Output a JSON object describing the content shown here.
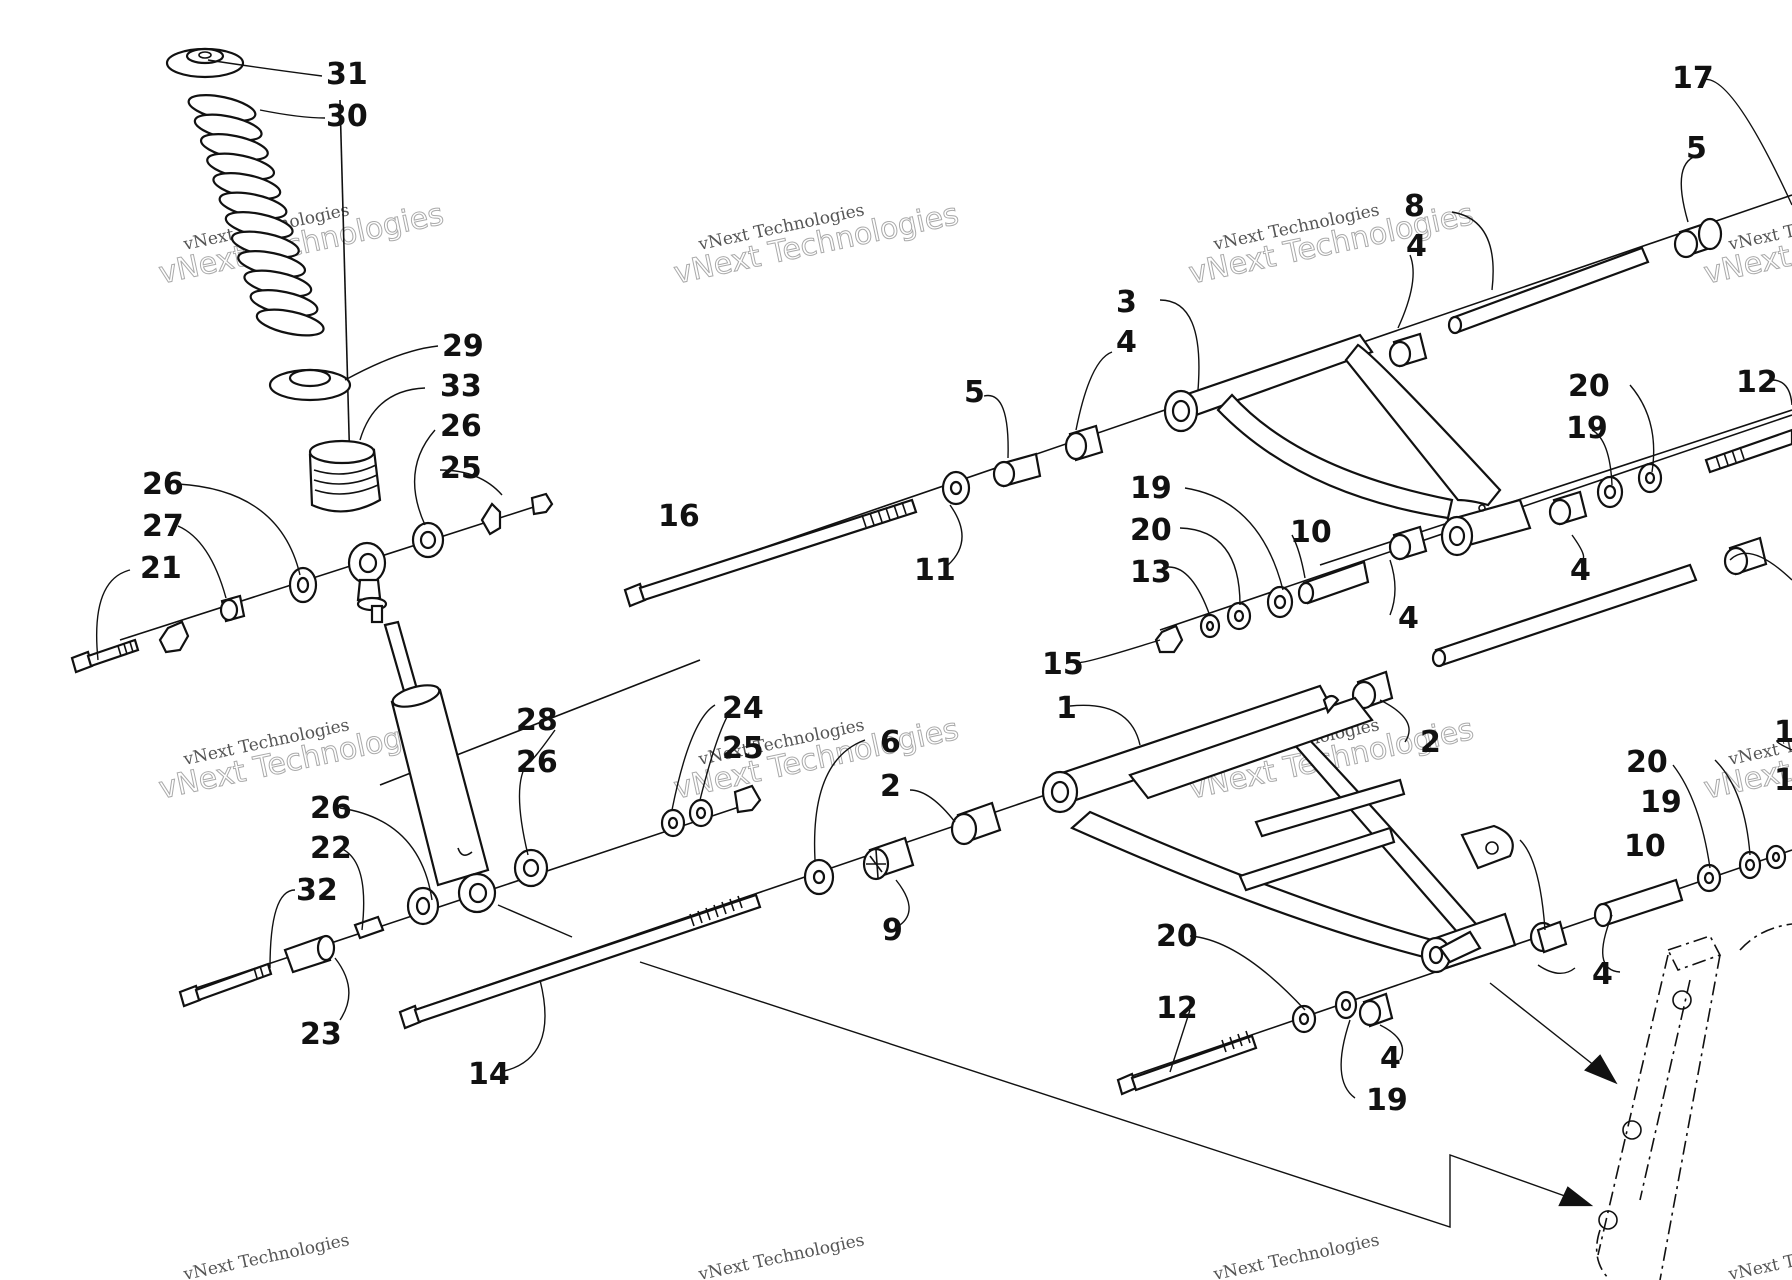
{
  "watermark": {
    "line1": "vNext Technologies",
    "line2": "vNext Technologies"
  },
  "labels": {
    "l1": "1",
    "l2a": "2",
    "l2b": "2",
    "l3": "3",
    "l4a": "4",
    "l4b": "4",
    "l4c": "4",
    "l4d": "4",
    "l4e": "4",
    "l4f": "4",
    "l5a": "5",
    "l5b": "5",
    "l6": "6",
    "l8": "8",
    "l9": "9",
    "l10a": "10",
    "l10b": "10",
    "l11": "11",
    "l12a": "12",
    "l12b": "12",
    "l13": "13",
    "l14": "14",
    "l15": "15",
    "l16": "16",
    "l17": "17",
    "l19a": "19",
    "l19b": "19",
    "l19c": "19",
    "l19d": "19",
    "l20a": "20",
    "l20b": "20",
    "l20c": "20",
    "l20d": "20",
    "l21": "21",
    "l22": "22",
    "l23": "23",
    "l24": "24",
    "l25a": "25",
    "l25b": "25",
    "l26a": "26",
    "l26b": "26",
    "l26c": "26",
    "l26d": "26",
    "l27": "27",
    "l28": "28",
    "l29": "29",
    "l30": "30",
    "l31": "31",
    "l32": "32",
    "l33": "33",
    "l1r": "1",
    "l1r2": "1"
  }
}
